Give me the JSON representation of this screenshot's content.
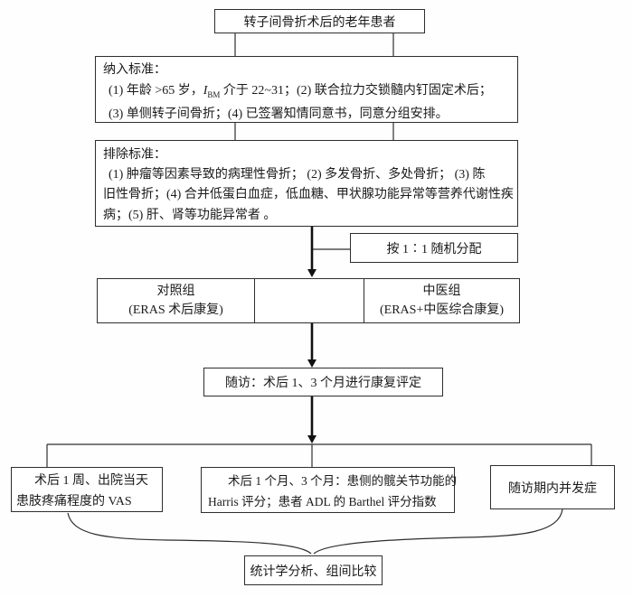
{
  "flowchart": {
    "title_box": {
      "label": "转子间骨折术后的老年患者"
    },
    "inclusion_box": {
      "title": "纳入标准：",
      "line1_pre": "(1) 年龄 >65 岁，",
      "line1_var": "I",
      "line1_sub": "BM",
      "line1_post": " 介于 22~31；(2) 联合拉力交锁髓内钉固定术后；",
      "line2": "(3) 单侧转子间骨折；(4) 已签署知情同意书，同意分组安排。"
    },
    "exclusion_box": {
      "title": "排除标准：",
      "lines": [
        "(1) 肿瘤等因素导致的病理性骨折； (2) 多发骨折、多处骨折； (3) 陈",
        "旧性骨折；(4) 合并低蛋白血症，低血糖、甲状腺功能异常等营养代谢性疾",
        "病；(5) 肝、肾等功能异常者 。"
      ]
    },
    "randomization_box": {
      "label": "按 1∶1 随机分配"
    },
    "groups": {
      "control": {
        "name": "对照组",
        "detail": "(ERAS 术后康复)"
      },
      "tcm": {
        "name": "中医组",
        "detail": "(ERAS+中医综合康复)"
      }
    },
    "followup_box": {
      "label": "随访：术后 1、3 个月进行康复评定"
    },
    "outcomes": {
      "vas": {
        "line1": "术后 1 周、出院当天",
        "line2": "患肢疼痛程度的 VAS"
      },
      "harris": {
        "line1": "术后 1 个月、3 个月：患侧的髋关节功能的",
        "line2": "Harris 评分；患者 ADL 的 Barthel 评分指数"
      },
      "complications": {
        "label": "随访期内并发症"
      }
    },
    "analysis_box": {
      "label": "统计学分析、组间比较"
    },
    "colors": {
      "line": "#2e2e2e",
      "thick_line": "#111111",
      "text": "#1a1a1a"
    }
  }
}
